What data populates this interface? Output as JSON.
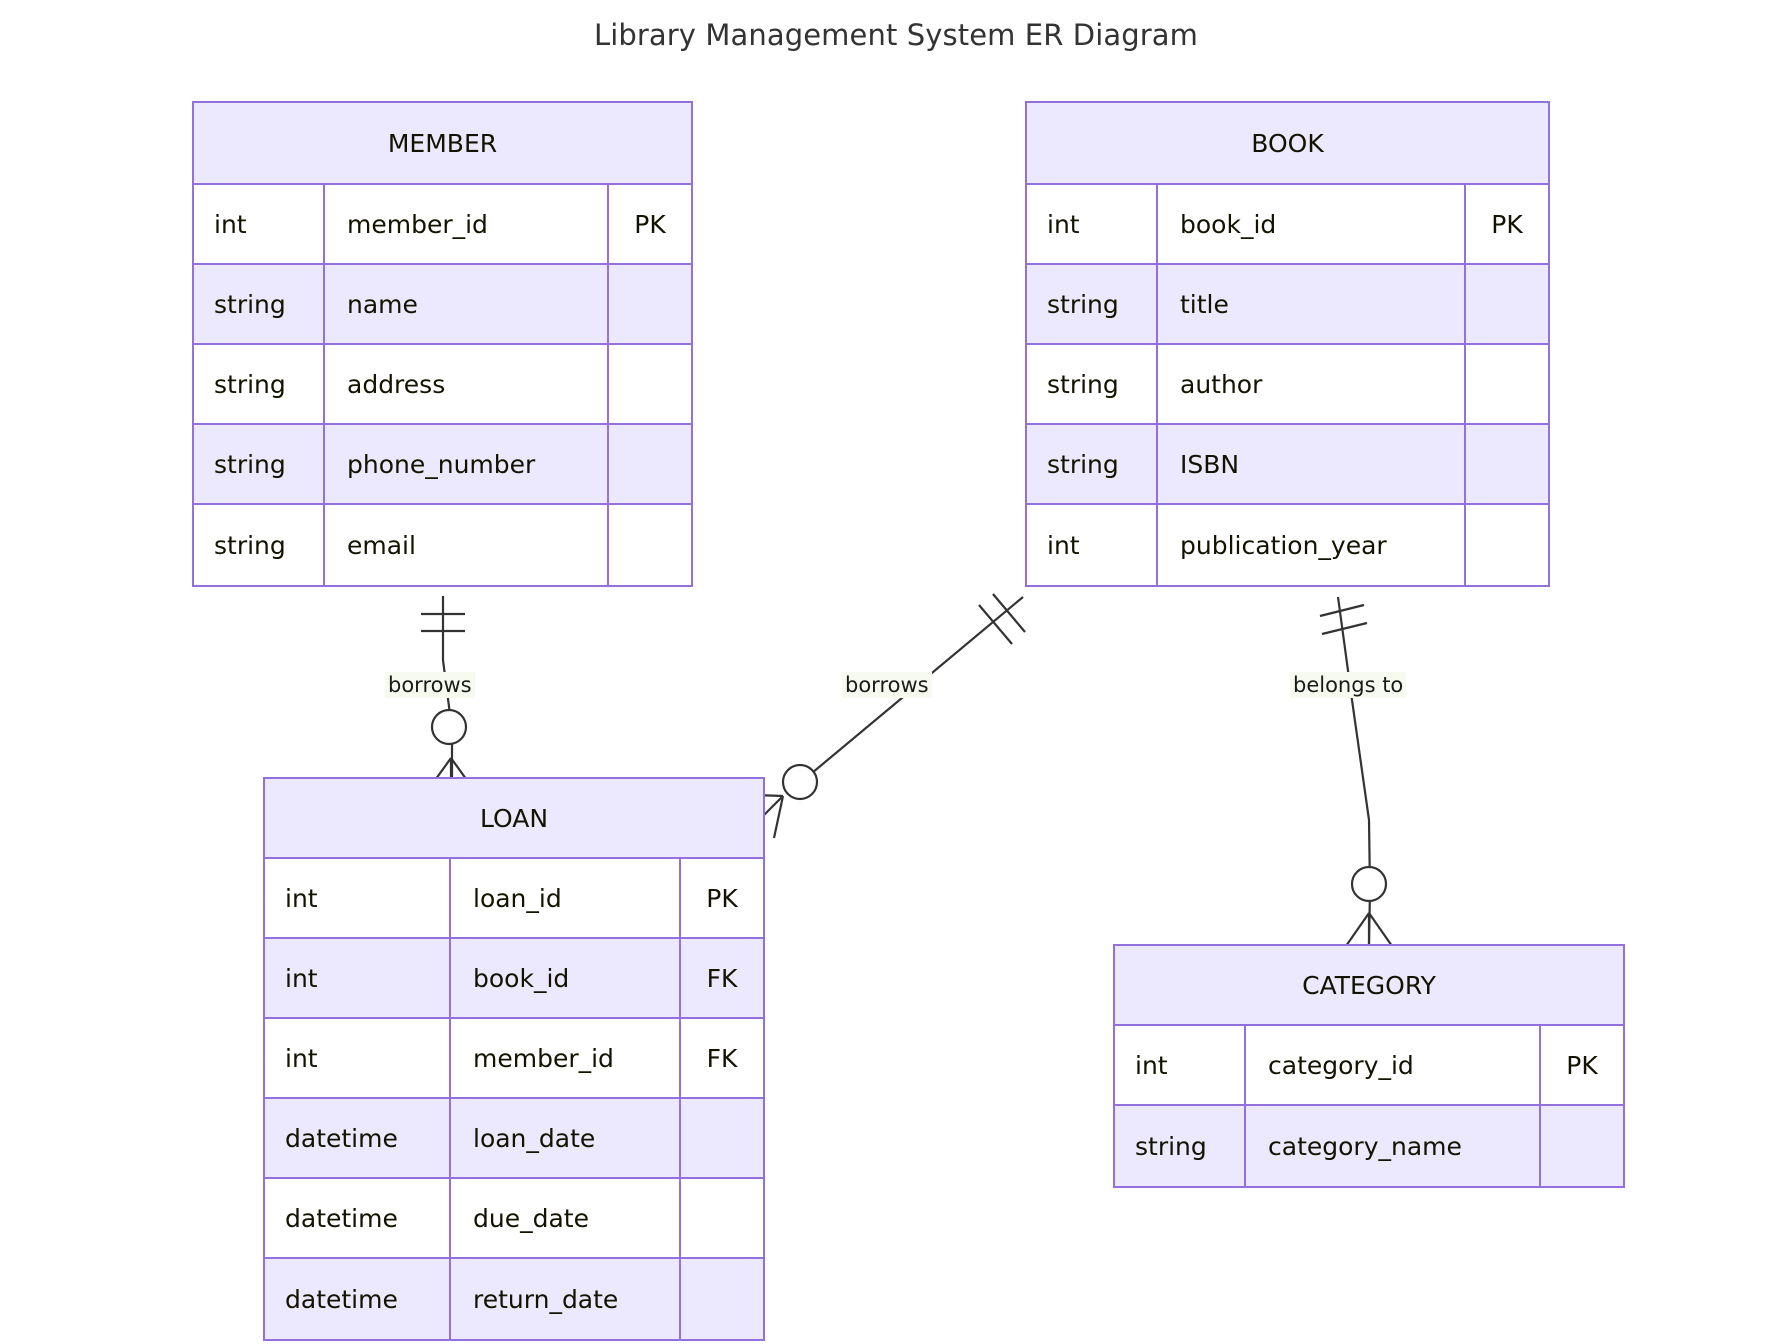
{
  "title": "Library Management System ER Diagram",
  "theme": {
    "border_color": "#9370db",
    "header_fill": "#ece8fd",
    "row_alt_fill": "#ece8fd",
    "row_fill": "#ffffff",
    "text_color": "#131300",
    "line_color": "#333333",
    "label_highlight": "#f7fbef",
    "canvas_background": "#ffffff"
  },
  "entities": {
    "member": {
      "name": "MEMBER",
      "attributes": [
        {
          "type": "int",
          "name": "member_id",
          "key": "PK"
        },
        {
          "type": "string",
          "name": "name",
          "key": ""
        },
        {
          "type": "string",
          "name": "address",
          "key": ""
        },
        {
          "type": "string",
          "name": "phone_number",
          "key": ""
        },
        {
          "type": "string",
          "name": "email",
          "key": ""
        }
      ]
    },
    "book": {
      "name": "BOOK",
      "attributes": [
        {
          "type": "int",
          "name": "book_id",
          "key": "PK"
        },
        {
          "type": "string",
          "name": "title",
          "key": ""
        },
        {
          "type": "string",
          "name": "author",
          "key": ""
        },
        {
          "type": "string",
          "name": "ISBN",
          "key": ""
        },
        {
          "type": "int",
          "name": "publication_year",
          "key": ""
        }
      ]
    },
    "loan": {
      "name": "LOAN",
      "attributes": [
        {
          "type": "int",
          "name": "loan_id",
          "key": "PK"
        },
        {
          "type": "int",
          "name": "book_id",
          "key": "FK"
        },
        {
          "type": "int",
          "name": "member_id",
          "key": "FK"
        },
        {
          "type": "datetime",
          "name": "loan_date",
          "key": ""
        },
        {
          "type": "datetime",
          "name": "due_date",
          "key": ""
        },
        {
          "type": "datetime",
          "name": "return_date",
          "key": ""
        }
      ]
    },
    "category": {
      "name": "CATEGORY",
      "attributes": [
        {
          "type": "int",
          "name": "category_id",
          "key": "PK"
        },
        {
          "type": "string",
          "name": "category_name",
          "key": ""
        }
      ]
    }
  },
  "relationships": [
    {
      "id": "member-borrows-loan",
      "label": "borrows",
      "from_entity": "MEMBER",
      "to_entity": "LOAN",
      "from_cardinality": "exactly-one",
      "to_cardinality": "zero-or-many"
    },
    {
      "id": "book-borrows-loan",
      "label": "borrows",
      "from_entity": "BOOK",
      "to_entity": "LOAN",
      "from_cardinality": "exactly-one",
      "to_cardinality": "zero-or-many"
    },
    {
      "id": "book-belongs-to-category",
      "label": "belongs to",
      "from_entity": "BOOK",
      "to_entity": "CATEGORY",
      "from_cardinality": "exactly-one",
      "to_cardinality": "zero-or-many"
    }
  ]
}
